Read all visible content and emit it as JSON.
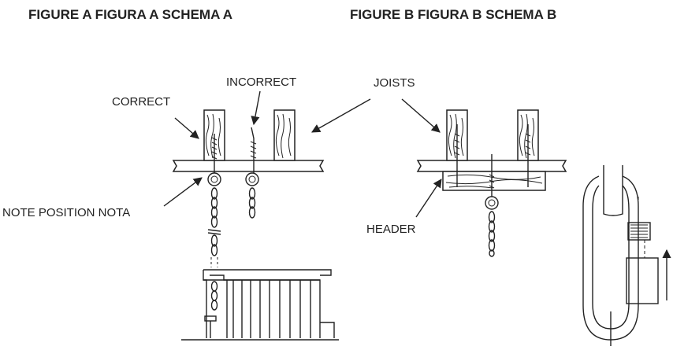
{
  "figure_a": {
    "title": "FIGURE A FIGURA A SCHEMA A",
    "labels": {
      "correct": "CORRECT",
      "incorrect": "INCORRECT",
      "note_position": "NOTE POSITION NOTA"
    }
  },
  "figure_b": {
    "title": "FIGURE B FIGURA B SCHEMA B",
    "labels": {
      "joists": "JOISTS",
      "header": "HEADER"
    }
  },
  "icons": [
    "joist-icon",
    "eye-screw-icon",
    "chain-icon",
    "quick-link-icon",
    "up-arrow-icon"
  ],
  "colors": {
    "line": "#222222",
    "background": "#ffffff"
  }
}
